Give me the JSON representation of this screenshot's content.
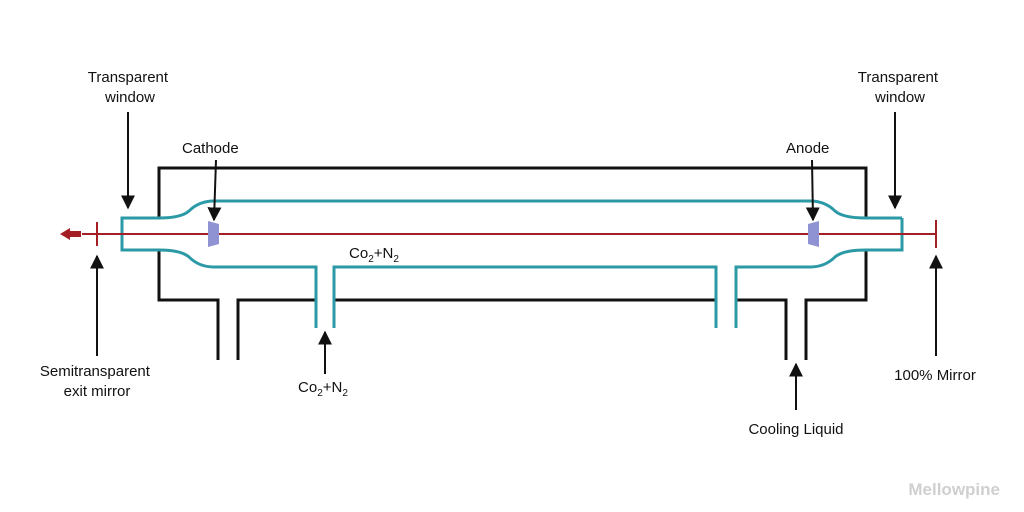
{
  "labels": {
    "transparent_window_left": [
      "Transparent",
      "window"
    ],
    "transparent_window_right": [
      "Transparent",
      "window"
    ],
    "cathode": "Cathode",
    "anode": "Anode",
    "gas_inside": {
      "base": "Co",
      "sub1": "2",
      "mid": "+N",
      "sub2": "2"
    },
    "gas_inlet": {
      "base": "Co",
      "sub1": "2",
      "mid": "+N",
      "sub2": "2"
    },
    "semitransparent_mirror": [
      "Semitransparent",
      "exit mirror"
    ],
    "mirror_100": "100% Mirror",
    "cooling_liquid": "Cooling Liquid"
  },
  "watermark": "Mellowpine",
  "colors": {
    "tube": "#2b9aa6",
    "jacket": "#111111",
    "beam": "#a31f24",
    "electrode": "#8f93d3",
    "arrow": "#111111",
    "watermark": "#cfcfcf"
  }
}
